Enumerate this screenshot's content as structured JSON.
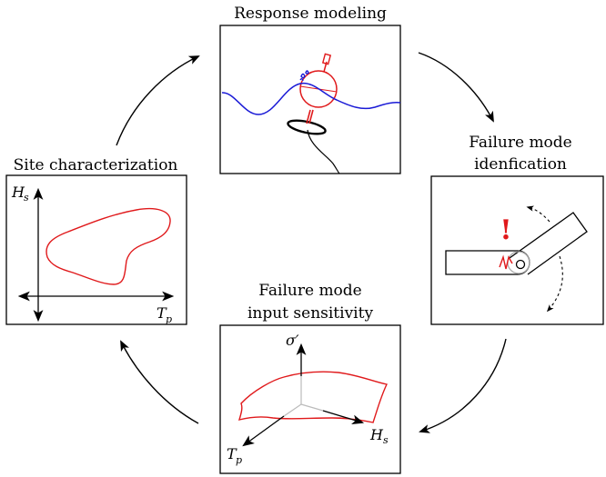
{
  "stages": {
    "response": {
      "title": "Response modeling"
    },
    "failure_id": {
      "title_line1": "Failure mode",
      "title_line2": "idenfication"
    },
    "sensitivity": {
      "title_line1": "Failure mode",
      "title_line2": "input sensitivity",
      "z_axis": "σ′",
      "x_axis": "H",
      "x_axis_sub": "s",
      "y_axis": "T",
      "y_axis_sub": "p"
    },
    "site": {
      "title": "Site characterization",
      "y_axis": "H",
      "y_axis_sub": "s",
      "x_axis": "T",
      "x_axis_sub": "p"
    }
  },
  "warning_mark": "!",
  "colors": {
    "accent_red": "#e0191b",
    "wave_blue": "#1a1ad6",
    "line": "#000000"
  }
}
